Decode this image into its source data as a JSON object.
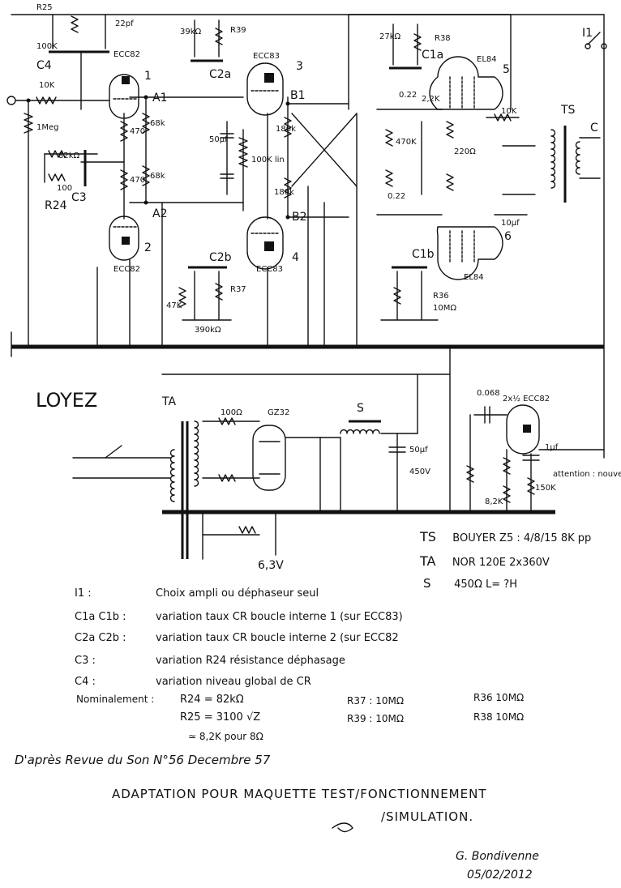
{
  "title": "LOYEZ",
  "source": "D'après Revue du Son N°56 Decembre 57",
  "adaptation_line1": "ADAPTATION POUR MAQUETTE TEST/FONCTIONNEMENT",
  "adaptation_line2": "/SIMULATION.",
  "author": "G. Bondivenne",
  "date": "05/02/2012",
  "labels": {
    "R25": "R25",
    "C4": "C4",
    "C4val": "22pf",
    "v100k": "100K",
    "V1": "ECC82",
    "V2": "ECC82",
    "V3": "ECC83",
    "V4": "ECC83",
    "V5": "EL84",
    "V6": "EL84",
    "V7": "GZ32",
    "V8": "2x½ ECC82",
    "n1": "1",
    "n2": "2",
    "n3": "3",
    "n4": "4",
    "n5": "5",
    "n6": "6",
    "A1": "A1",
    "A2": "A2",
    "B1": "B1",
    "B2": "B2",
    "C1a": "C1a",
    "C1b": "C1b",
    "C2a": "C2a",
    "C2b": "C2b",
    "C3": "C3",
    "C": "C",
    "R24": "R24",
    "R36": "R36",
    "R37": "R37",
    "R38": "R38",
    "R39": "R39",
    "r10k": "10K",
    "r1meg": "1Meg",
    "r82k": "82kΩ",
    "r100": "100",
    "r470a": "470",
    "r470b": "470",
    "r68ka": "68k",
    "r68kb": "68k",
    "r391": "39kΩ",
    "r390": "390kΩ",
    "r50uf": "50µf",
    "r100klin": "100K lin",
    "r180ka": "180k",
    "r180kb": "180k",
    "r27": "27kΩ",
    "r10meg": "10MΩ",
    "c022a": "0.22",
    "c022b": "0.22",
    "r22k": "2,2K",
    "r470k": "470K",
    "r220": "220Ω",
    "r10k2": "10K",
    "c10uf": "10µf",
    "TS": "TS",
    "I1": "I1",
    "TA": "TA",
    "S": "S",
    "r100o": "100Ω",
    "c50uf": "50µf",
    "v450": "450V",
    "v63": "6,3V",
    "c0068": "0.068",
    "r82k2": "8,2K",
    "r150k": "150K",
    "c1uf": "1µf",
    "attention": "attention : nouveau schéma",
    "r47k": "47K"
  },
  "specs": [
    {
      "k": "TS",
      "v": "BOUYER Z5 : 4/8/15 8K pp"
    },
    {
      "k": "TA",
      "v": "NOR 120E 2x360V"
    },
    {
      "k": "S",
      "v": "450Ω L= ?H"
    }
  ],
  "notes": [
    {
      "k": "I1 :",
      "v": "Choix ampli ou déphaseur seul"
    },
    {
      "k": "C1a C1b :",
      "v": "variation taux CR boucle interne 1 (sur ECC83)"
    },
    {
      "k": "C2a C2b :",
      "v": "variation taux CR boucle interne 2 (sur ECC82"
    },
    {
      "k": "C3 :",
      "v": "variation R24 résistance déphasage"
    },
    {
      "k": "C4 :",
      "v": "variation niveau global de CR"
    }
  ],
  "nominal": {
    "label": "Nominalement :",
    "r24": "R24 = 82kΩ",
    "r25": "R25 = 3100 √Z",
    "r25b": "≃ 8,2K pour 8Ω",
    "r37": "R37 : 10MΩ",
    "r39": "R39 : 10MΩ",
    "r36": "R36 10MΩ",
    "r38": "R38 10MΩ"
  }
}
